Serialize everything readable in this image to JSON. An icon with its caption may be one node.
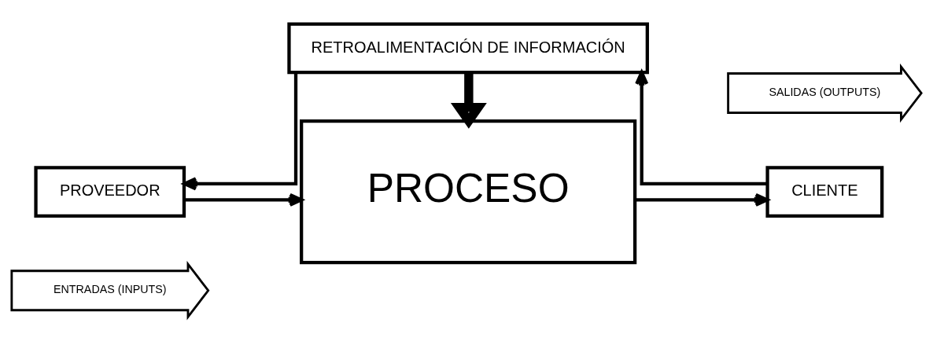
{
  "diagram": {
    "nodes": [
      {
        "text": [
          "ENTRADAS (INPUTS)"
        ]
      },
      {
        "text": [
          "PROCESO"
        ]
      },
      {
        "text": [
          "SALIDAS (OUTPUTS)"
        ]
      },
      {
        "text": [
          "PROVEEDOR"
        ]
      },
      {
        "text": [
          "CLIENTE"
        ]
      },
      {
        "text": [
          "RETROALIMENTACIÓN DE INFORMACIÓN"
        ]
      }
    ],
    "edges": [
      {
        "from": 3,
        "to": 1,
        "arrow": "to"
      },
      {
        "from": 1,
        "to": 4,
        "arrow": "to"
      },
      {
        "from": 4,
        "to": 5,
        "arrow": "to"
      },
      {
        "from": 5,
        "to": 3,
        "arrow": "to"
      },
      {
        "from": 5,
        "to": 1,
        "arrow": "to",
        "style": "thick"
      }
    ]
  }
}
